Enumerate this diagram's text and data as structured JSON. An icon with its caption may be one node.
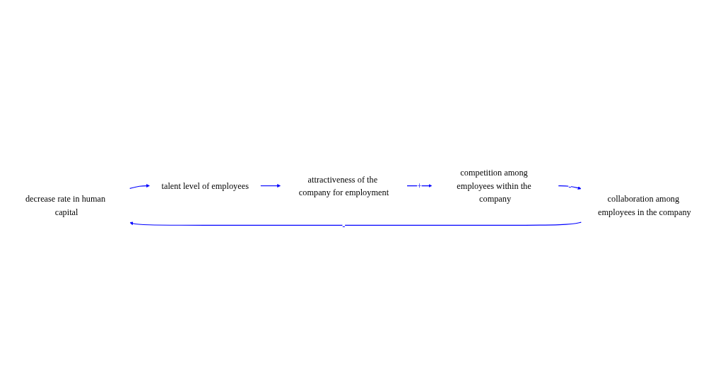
{
  "diagram": {
    "nodes": [
      {
        "text": [
          "decrease rate in human capital"
        ]
      },
      {
        "text": [
          "talent level of employees"
        ]
      },
      {
        "text": [
          "attractiveness of the company for employment"
        ]
      },
      {
        "text": [
          "competition among employees within the company"
        ]
      },
      {
        "text": [
          "collaboration among employees in the company"
        ]
      }
    ],
    "edges": [
      {
        "from": 0,
        "to": 1,
        "arrow": "to"
      },
      {
        "from": 1,
        "to": 2,
        "arrow": "to"
      },
      {
        "from": 2,
        "to": 3,
        "arrow": "to",
        "label": "+"
      },
      {
        "from": 3,
        "to": 4,
        "arrow": "to",
        "label": "-"
      },
      {
        "from": 4,
        "to": 0,
        "arrow": "to",
        "label": "-"
      }
    ]
  }
}
